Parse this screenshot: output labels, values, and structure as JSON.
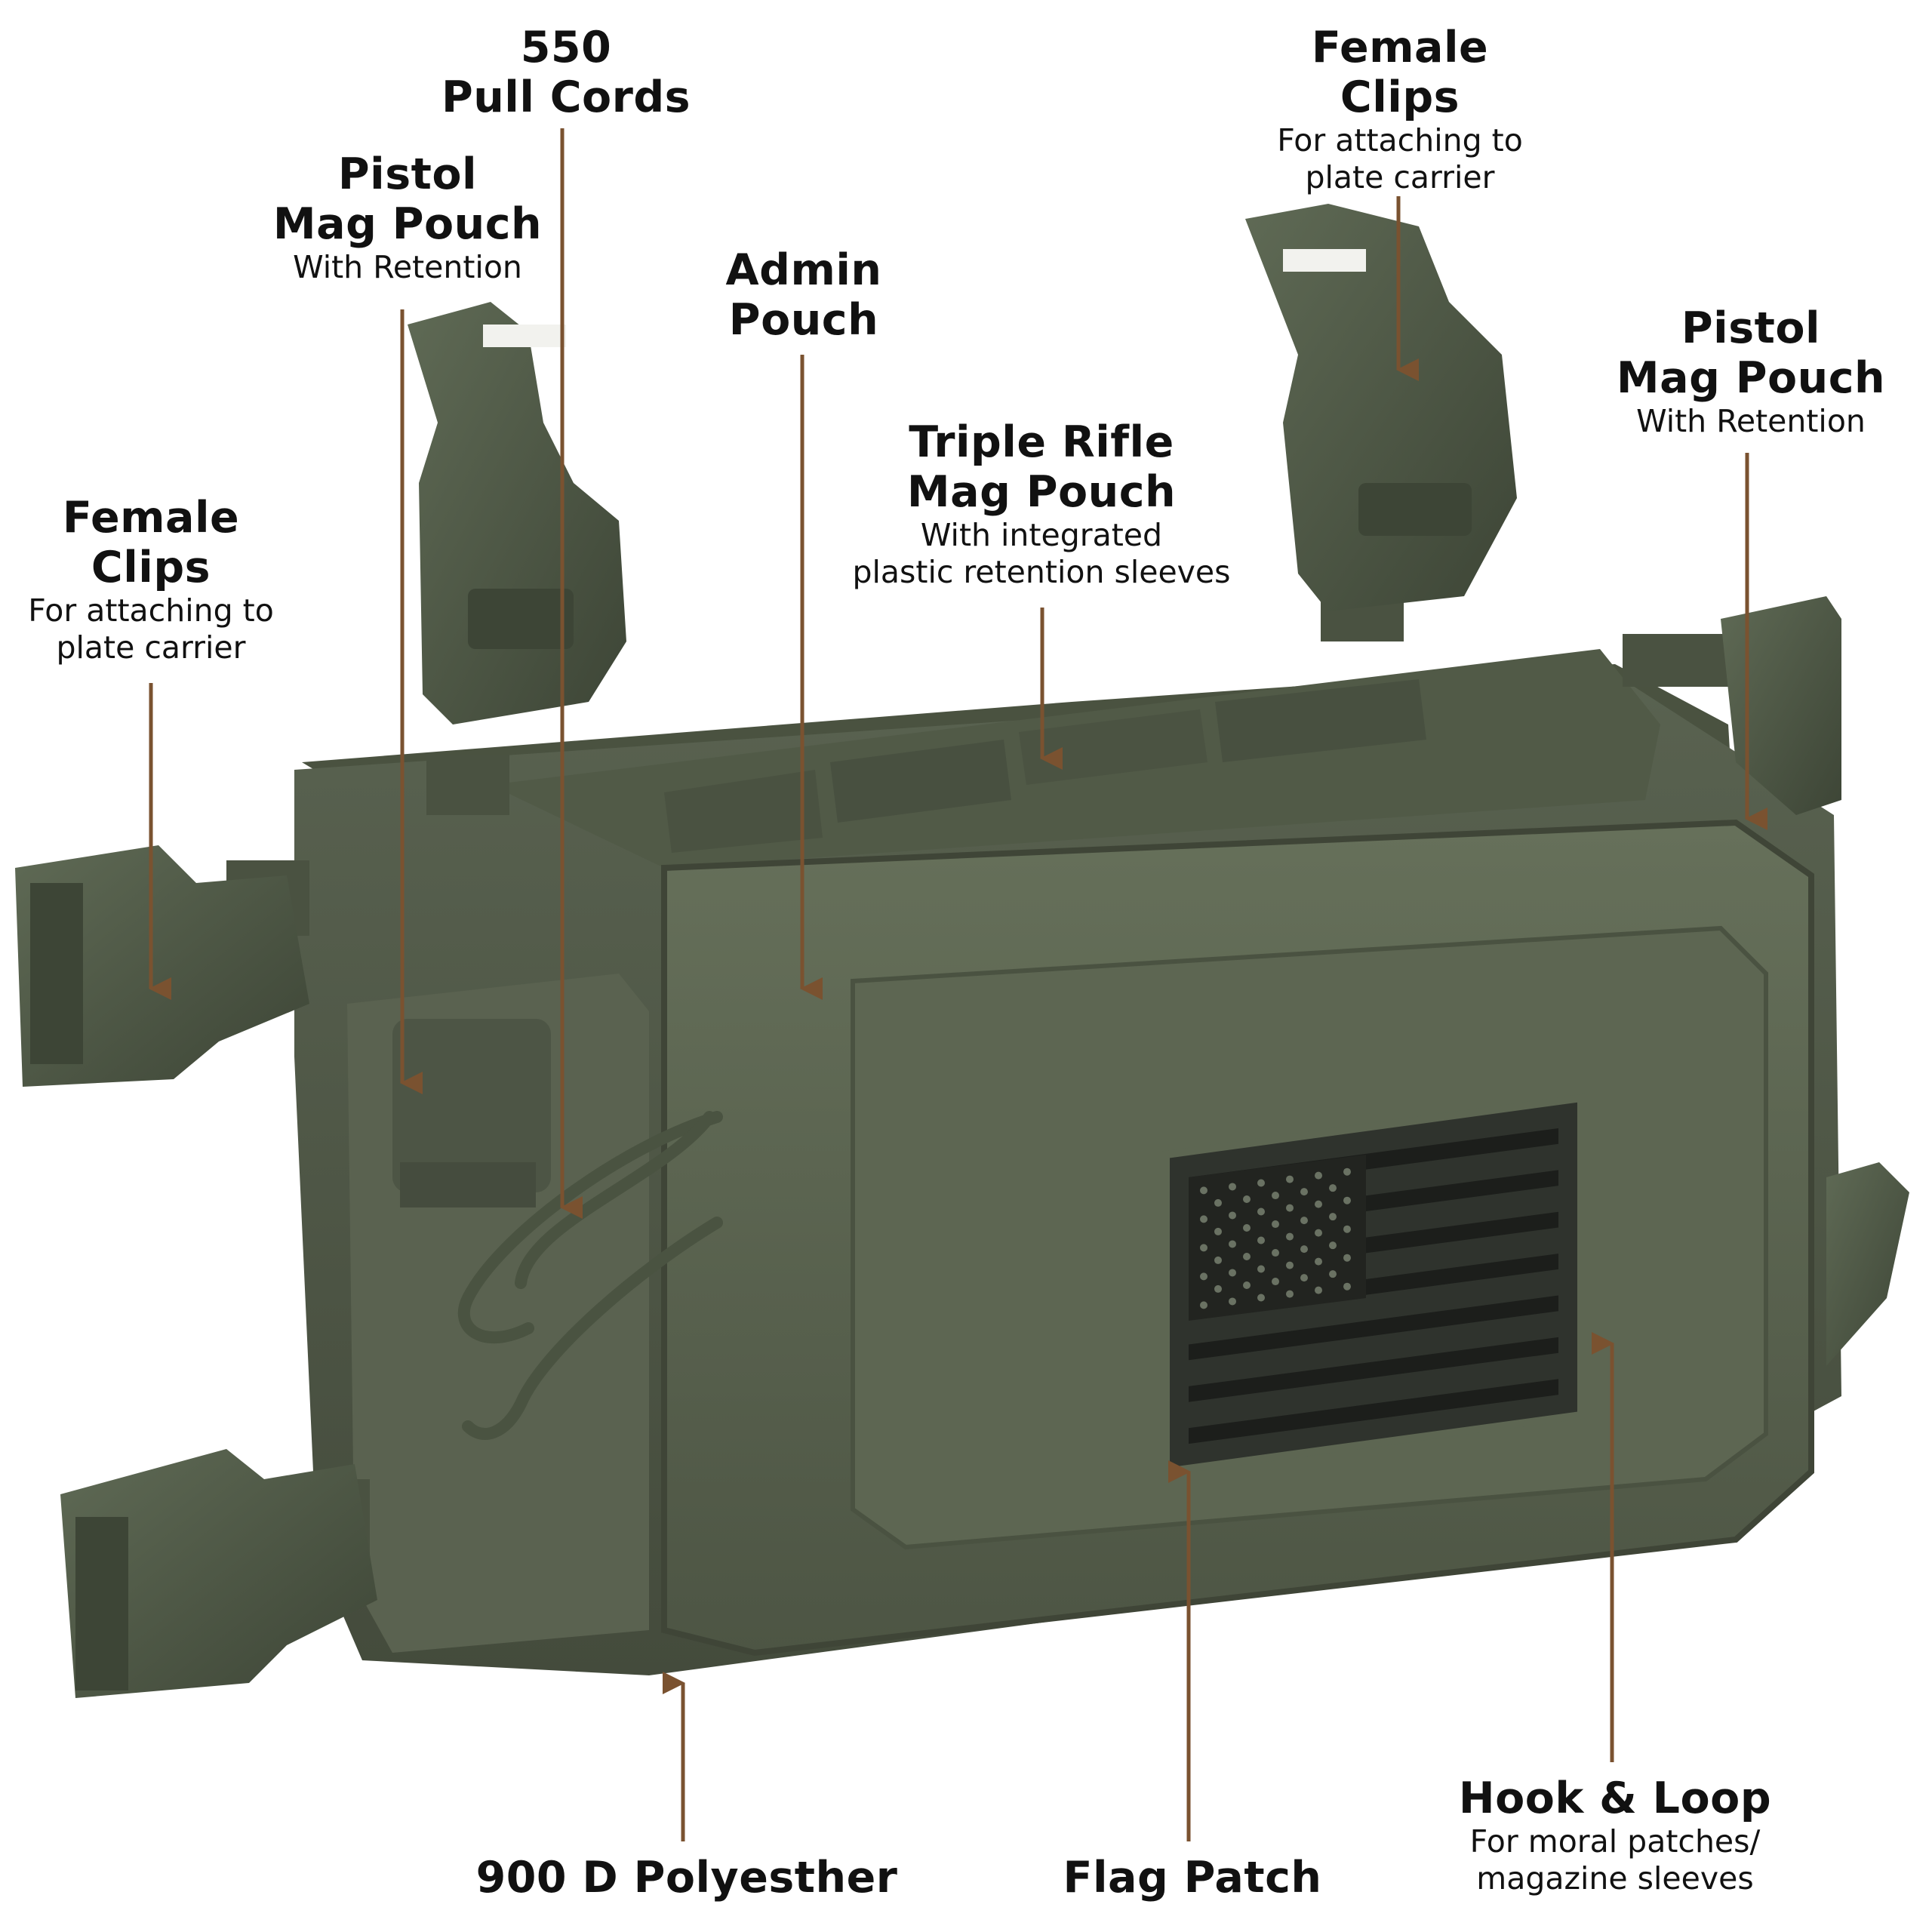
{
  "colors": {
    "arrow": "#7a5230",
    "fabric": "#5b6350",
    "fabric_dark": "#3f4537",
    "buckle": "#4f5a46",
    "patch_bg": "#343832",
    "patch_stripe": "#1c1e1b",
    "background": "#ffffff",
    "text": "#111111"
  },
  "callouts": {
    "pull_cords": {
      "title_1": "550",
      "title_2": "Pull Cords"
    },
    "female_clips_top": {
      "title_1": "Female",
      "title_2": "Clips",
      "sub_1": "For attaching to",
      "sub_2": "plate carrier"
    },
    "pistol_left": {
      "title_1": "Pistol",
      "title_2": "Mag Pouch",
      "sub_1": "With Retention"
    },
    "admin": {
      "title_1": "Admin",
      "title_2": "Pouch"
    },
    "pistol_right": {
      "title_1": "Pistol",
      "title_2": "Mag Pouch",
      "sub_1": "With Retention"
    },
    "triple_rifle": {
      "title_1": "Triple Rifle",
      "title_2": "Mag Pouch",
      "sub_1": "With integrated",
      "sub_2": "plastic retention sleeves"
    },
    "female_clips_left": {
      "title_1": "Female",
      "title_2": "Clips",
      "sub_1": "For attaching to",
      "sub_2": "plate carrier"
    },
    "polyester": {
      "title_1": "900 D Polyesther"
    },
    "flag_patch": {
      "title_1": "Flag Patch"
    },
    "hook_loop": {
      "title_1": "Hook & Loop",
      "sub_1": "For moral patches/",
      "sub_2": "magazine sleeves"
    }
  }
}
